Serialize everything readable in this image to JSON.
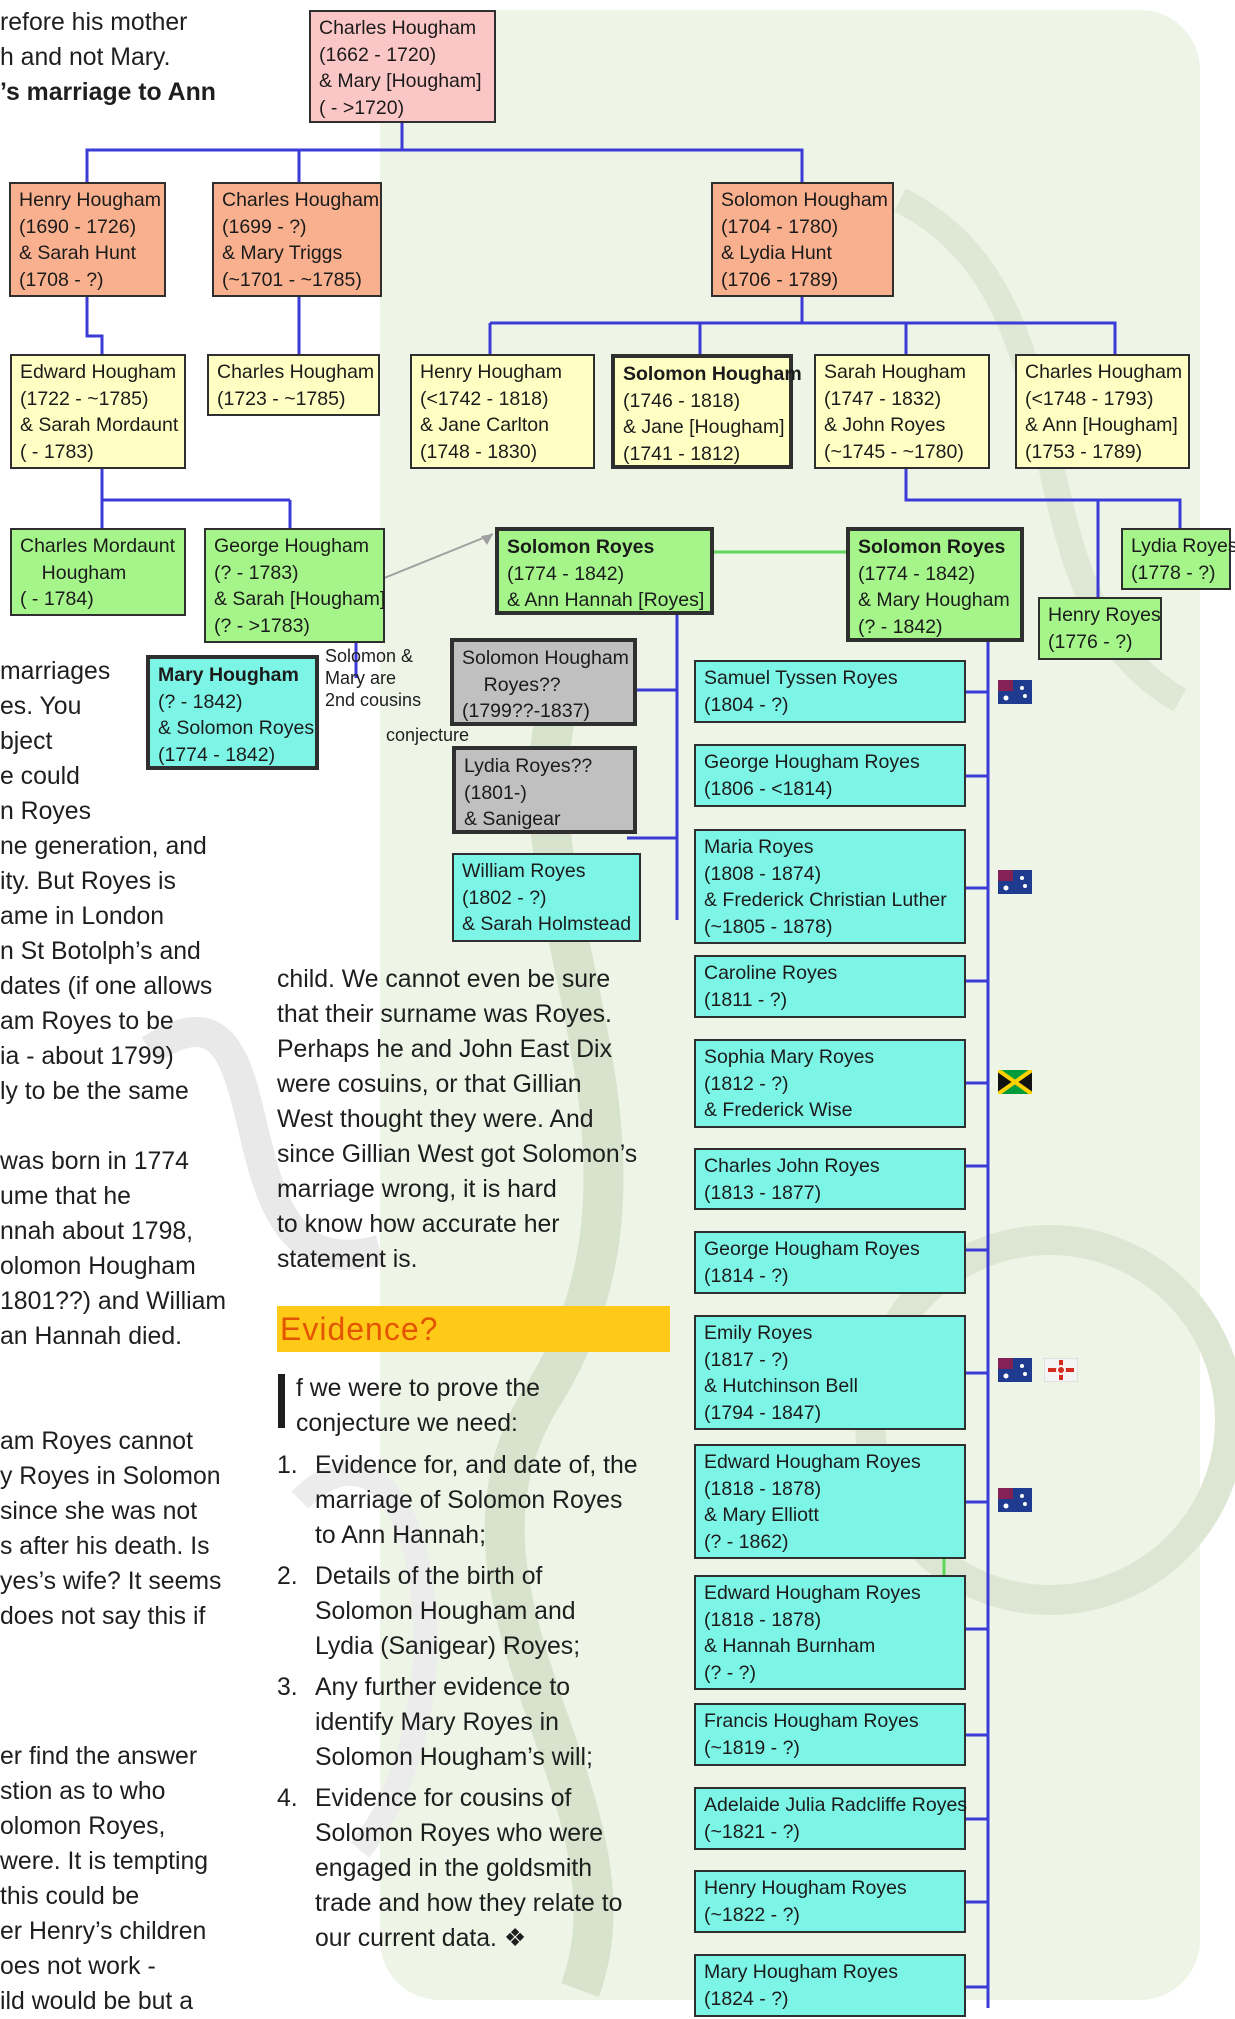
{
  "left_column": {
    "top_lines": [
      "refore his mother",
      "h and not Mary."
    ],
    "bold_line": "’s marriage to Ann",
    "lines": [
      "marriages",
      "es. You",
      "bject",
      "e could",
      "n Royes",
      "ne generation, and",
      "ity. But Royes is",
      "ame in London",
      "n St Botolph’s and",
      "dates (if one allows",
      "am Royes to be",
      "ia - about 1799)",
      "ly to be the same",
      "",
      "was born in 1774",
      "ume that he",
      "nnah about 1798,",
      "olomon Hougham",
      "1801??) and William",
      "an Hannah died.",
      "",
      "",
      "am Royes cannot",
      "y Royes in Solomon",
      "since she was not",
      "s after his death. Is",
      "yes’s wife? It seems",
      "does not say this if",
      "",
      "",
      "",
      "er find the answer",
      "stion as to who",
      "olomon Royes,",
      " were. It is tempting",
      "this could be",
      "er Henry’s children",
      "oes not work -",
      "ild would be but a"
    ]
  },
  "middle_text": {
    "paragraph_lines": [
      "child. We cannot even be sure",
      "that their surname was Royes.",
      "Perhaps he and John East Dix",
      "were cosuins, or that Gillian",
      "West thought they were. And",
      "since Gillian West got Solomon’s",
      "marriage wrong, it is hard",
      "to know how accurate her",
      "statement is."
    ],
    "heading": "Evidence?",
    "intro_lines": [
      "f we were to prove the",
      "conjecture we need:"
    ],
    "items": [
      {
        "num": "1.",
        "lines": [
          "Evidence for, and date of, the",
          "marriage of Solomon Royes",
          "to Ann Hannah;"
        ]
      },
      {
        "num": "2.",
        "lines": [
          "Details of the birth of",
          "Solomon Hougham and",
          "Lydia (Sanigear) Royes;"
        ]
      },
      {
        "num": "3.",
        "lines": [
          "Any further evidence to",
          "identify Mary Royes in",
          "Solomon Hougham’s will;"
        ]
      },
      {
        "num": "4.",
        "lines": [
          "Evidence for cousins of",
          "Solomon Royes who were",
          "engaged in the goldsmith",
          "trade and how they relate to",
          "our current data. ❖"
        ]
      }
    ]
  },
  "notes": {
    "cousins": [
      "Solomon &",
      "Mary are",
      "2nd cousins"
    ],
    "conjecture": "conjecture"
  },
  "colors": {
    "gen1": "#fbc6c6",
    "gen2": "#f9b08e",
    "gen3": "#ffffc4",
    "gen4": "#a5f58a",
    "conjecture": "#c0c0c0",
    "children": "#7df5e6",
    "heading_bar": "#ffc917",
    "heading_text": "#e35500"
  },
  "tree": [
    {
      "id": "charles_1662",
      "lines": [
        "Charles Hougham",
        "(1662 - 1720)",
        "& Mary [Hougham]",
        "( - >1720)"
      ]
    },
    {
      "id": "henry_1690",
      "lines": [
        "Henry Hougham",
        "(1690 - 1726)",
        "& Sarah Hunt",
        "(1708 - ?)"
      ]
    },
    {
      "id": "charles_1699",
      "lines": [
        "Charles Hougham",
        "(1699 - ?)",
        "& Mary Triggs",
        "(~1701 - ~1785)"
      ]
    },
    {
      "id": "solomon_1704",
      "lines": [
        "Solomon Hougham",
        "(1704 - 1780)",
        "& Lydia Hunt",
        "(1706 - 1789)"
      ]
    },
    {
      "id": "edward_1722",
      "lines": [
        "Edward Hougham",
        "(1722 - ~1785)",
        "& Sarah Mordaunt",
        "( - 1783)"
      ]
    },
    {
      "id": "charles_1723",
      "lines": [
        "Charles Hougham",
        "(1723 - ~1785)"
      ]
    },
    {
      "id": "henry_1742",
      "lines": [
        "Henry Hougham",
        "(<1742 - 1818)",
        "& Jane Carlton",
        "(1748 - 1830)"
      ]
    },
    {
      "id": "solomon_1746",
      "lines": [
        "Solomon Hougham",
        "(1746 - 1818)",
        "& Jane [Hougham]",
        "(1741 - 1812)"
      ]
    },
    {
      "id": "sarah_1747",
      "lines": [
        "Sarah Hougham",
        "(1747 - 1832)",
        "& John Royes",
        "(~1745 - ~1780)"
      ]
    },
    {
      "id": "charles_1748",
      "lines": [
        "Charles Hougham",
        "(<1748 - 1793)",
        "& Ann [Hougham]",
        "(1753 - 1789)"
      ]
    },
    {
      "id": "charles_mordaunt",
      "lines": [
        "Charles Mordaunt",
        "    Hougham",
        "( - 1784)"
      ]
    },
    {
      "id": "george_1783",
      "lines": [
        "George Hougham",
        "(? - 1783)",
        "& Sarah [Hougham]",
        "(? - >1783)"
      ]
    },
    {
      "id": "solomon_royes_a",
      "lines": [
        "Solomon Royes",
        "(1774 - 1842)",
        "& Ann Hannah [Royes]"
      ]
    },
    {
      "id": "solomon_royes_b",
      "lines": [
        "Solomon Royes",
        "(1774 - 1842)",
        "& Mary Hougham",
        "(? - 1842)"
      ]
    },
    {
      "id": "lydia_1778",
      "lines": [
        "Lydia Royes",
        "(1778 - ?)"
      ]
    },
    {
      "id": "henry_1776",
      "lines": [
        "Henry Royes",
        "(1776 - ?)"
      ]
    },
    {
      "id": "mary_hougham",
      "lines": [
        "Mary Hougham",
        "(? - 1842)",
        "& Solomon Royes",
        "(1774 - 1842)"
      ]
    },
    {
      "id": "solomon_hougham_royes",
      "lines": [
        "Solomon Hougham",
        "    Royes??",
        "(1799??-1837)"
      ]
    },
    {
      "id": "lydia_1801",
      "lines": [
        "Lydia Royes??",
        "(1801-)",
        "& Sanigear"
      ]
    },
    {
      "id": "william_1802",
      "lines": [
        "William Royes",
        "(1802 - ?)",
        "& Sarah Holmstead"
      ]
    },
    {
      "id": "samuel",
      "lines": [
        "Samuel Tyssen Royes",
        "(1804 - ?)"
      ]
    },
    {
      "id": "george_1806",
      "lines": [
        "George Hougham Royes",
        "(1806 - <1814)"
      ]
    },
    {
      "id": "maria",
      "lines": [
        "Maria Royes",
        "(1808 - 1874)",
        "& Frederick Christian Luther",
        "(~1805 - 1878)"
      ]
    },
    {
      "id": "caroline",
      "lines": [
        "Caroline Royes",
        "(1811 - ?)"
      ]
    },
    {
      "id": "sophia",
      "lines": [
        "Sophia Mary Royes",
        "(1812 - ?)",
        "& Frederick Wise"
      ]
    },
    {
      "id": "charles_john",
      "lines": [
        "Charles John Royes",
        "(1813 - 1877)"
      ]
    },
    {
      "id": "george_1814",
      "lines": [
        "George Hougham Royes",
        "(1814 - ?)"
      ]
    },
    {
      "id": "emily",
      "lines": [
        "Emily Royes",
        "(1817 - ?)",
        "& Hutchinson Bell",
        "(1794 - 1847)"
      ]
    },
    {
      "id": "edward_a",
      "lines": [
        "Edward Hougham Royes",
        "(1818 - 1878)",
        "& Mary Elliott",
        "(? - 1862)"
      ]
    },
    {
      "id": "edward_b",
      "lines": [
        "Edward Hougham Royes",
        "(1818 - 1878)",
        "& Hannah Burnham",
        "(? - ?)"
      ]
    },
    {
      "id": "francis",
      "lines": [
        "Francis Hougham Royes",
        "(~1819 - ?)"
      ]
    },
    {
      "id": "adelaide",
      "lines": [
        "Adelaide Julia Radcliffe Royes",
        "(~1821 - ?)"
      ]
    },
    {
      "id": "henry_1822",
      "lines": [
        "Henry Hougham Royes",
        "(~1822 - ?)"
      ]
    },
    {
      "id": "mary_1824",
      "lines": [
        "Mary Hougham Royes",
        "(1824 - ?)"
      ]
    }
  ],
  "flags": [
    {
      "id": "f1",
      "icon": "australia-flag-icon"
    },
    {
      "id": "f2",
      "icon": "australia-flag-icon"
    },
    {
      "id": "f3",
      "icon": "jamaica-flag-icon"
    },
    {
      "id": "f4",
      "icon": "australia-flag-icon"
    },
    {
      "id": "f5",
      "icon": "new-zealand-flag-icon"
    },
    {
      "id": "f6",
      "icon": "australia-flag-icon"
    }
  ]
}
